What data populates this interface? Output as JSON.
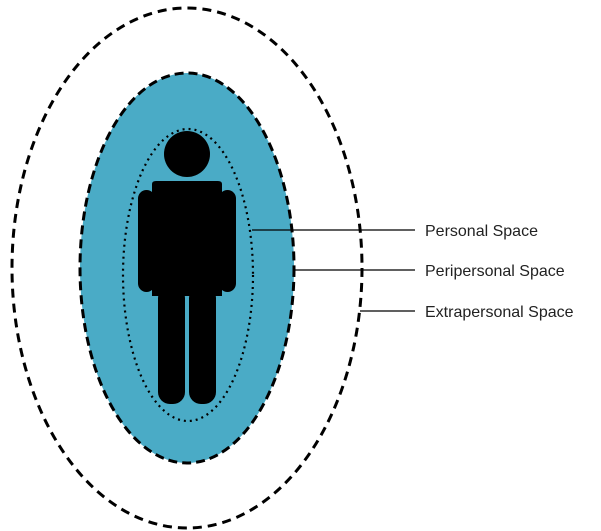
{
  "labels": {
    "personal": "Personal Space",
    "peripersonal": "Peripersonal Space",
    "extrapersonal": "Extrapersonal Space"
  },
  "colors": {
    "peripersonal_fill": "#4aabc6",
    "outline": "#000000",
    "figure": "#000000",
    "background": "#ffffff"
  },
  "icons": {
    "figure": "person-icon"
  }
}
